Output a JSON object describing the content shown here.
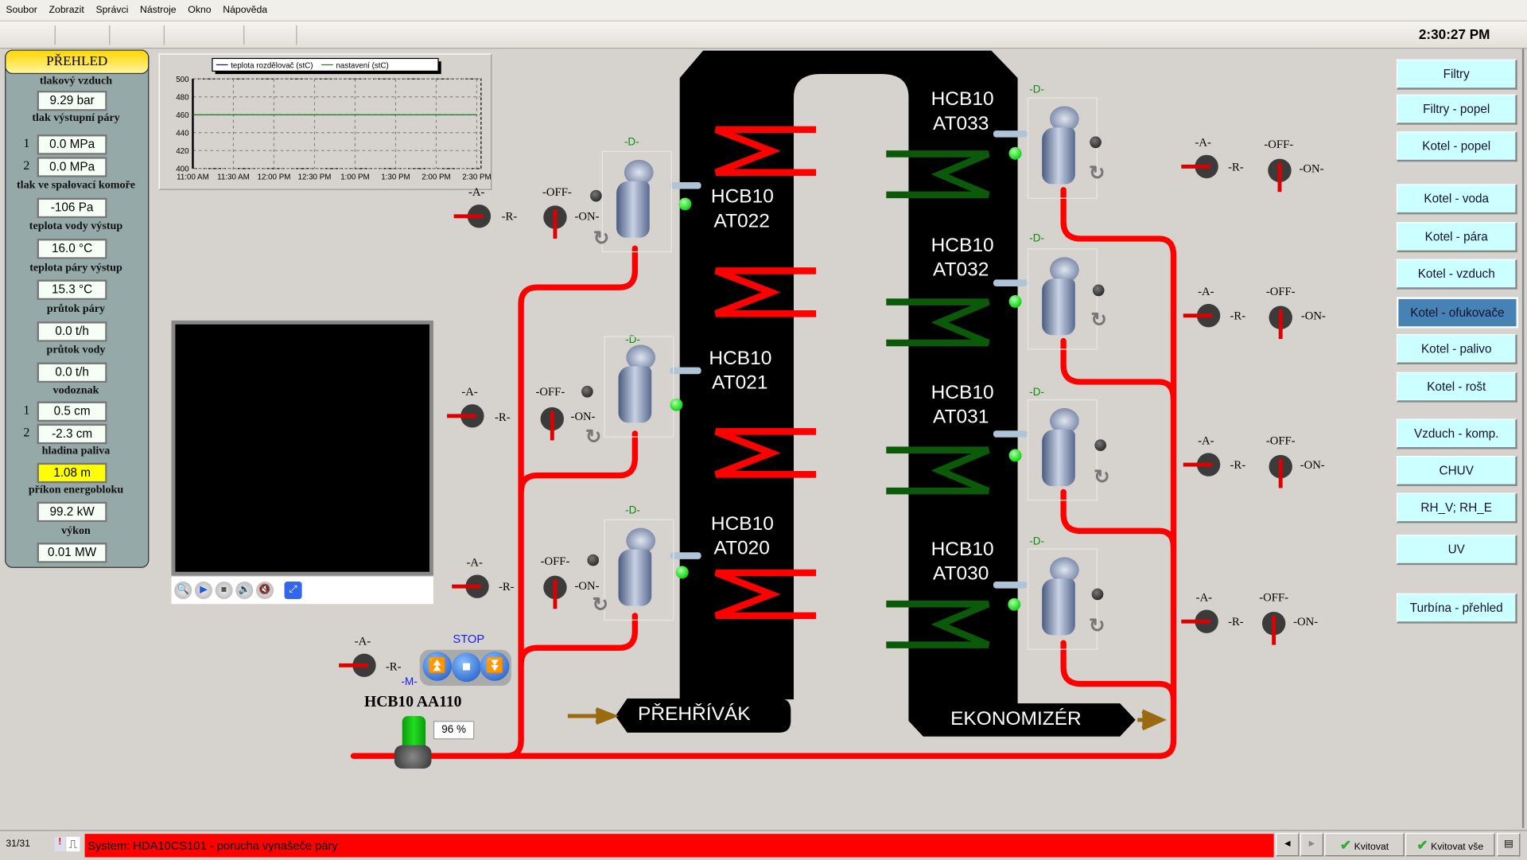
{
  "menu": [
    "Soubor",
    "Zobrazit",
    "Správci",
    "Nástroje",
    "Okno",
    "Nápověda"
  ],
  "toolbar_icons": [
    "back-icon",
    "forward-icon",
    "add-user-icon",
    "remove-user-icon",
    "report-alarm-icon",
    "database-alarm-icon",
    "bar-chart-icon",
    "table-icon",
    "print-preview-icon",
    "edit-disabled-icon",
    "edit2-disabled-icon",
    "print-disabled-icon"
  ],
  "clock": "2:30:27 PM",
  "overview": {
    "title": "PŘEHLED",
    "items": [
      {
        "label": "tlakový vzduch",
        "values": [
          {
            "idx": "",
            "value": "9.29 bar"
          }
        ]
      },
      {
        "label": "tlak výstupní páry",
        "values": [
          {
            "idx": "1",
            "value": "0.0 MPa"
          },
          {
            "idx": "2",
            "value": "0.0 MPa"
          }
        ]
      },
      {
        "label": "tlak ve spalovací komoře",
        "values": [
          {
            "idx": "",
            "value": "-106 Pa"
          }
        ]
      },
      {
        "label": "teplota vody výstup",
        "values": [
          {
            "idx": "",
            "value": "16.0 °C"
          }
        ]
      },
      {
        "label": "teplota páry výstup",
        "values": [
          {
            "idx": "",
            "value": "15.3 °C"
          }
        ]
      },
      {
        "label": "průtok páry",
        "values": [
          {
            "idx": "",
            "value": "0.0 t/h"
          }
        ]
      },
      {
        "label": "průtok vody",
        "values": [
          {
            "idx": "",
            "value": "0.0 t/h"
          }
        ]
      },
      {
        "label": "vodoznak",
        "values": [
          {
            "idx": "1",
            "value": "0.5 cm"
          },
          {
            "idx": "2",
            "value": "-2.3 cm"
          }
        ]
      },
      {
        "label": "hladina paliva",
        "values": [
          {
            "idx": "",
            "value": "1.08 m",
            "highlight": "#ffff00"
          }
        ]
      },
      {
        "label": "příkon energobloku",
        "values": [
          {
            "idx": "",
            "value": "99.2 kW"
          }
        ]
      },
      {
        "label": "výkon",
        "values": [
          {
            "idx": "",
            "value": "0.01 MW"
          }
        ]
      }
    ]
  },
  "chart_data": {
    "type": "line",
    "x_ticks": [
      "11:00 AM",
      "11:30 AM",
      "12:00 PM",
      "12:30 PM",
      "1:00 PM",
      "1:30 PM",
      "2:00 PM",
      "2:30 PM"
    ],
    "ylim": [
      400,
      500
    ],
    "y_ticks": [
      400,
      420,
      440,
      460,
      480,
      500
    ],
    "grid": true,
    "legend_position": "top",
    "series": [
      {
        "name": "teplota rozdělovač (stC)",
        "color": "#0000cc",
        "values": []
      },
      {
        "name": "nastavení (stC)",
        "color": "#1a7a1a",
        "values": [
          460,
          460,
          460,
          460,
          460,
          460,
          460,
          460
        ]
      }
    ]
  },
  "video_controls": [
    "zoom-icon",
    "play-icon",
    "stop-icon",
    "volume-icon",
    "mute-icon",
    "fullscreen-icon"
  ],
  "sections": {
    "superheater": "PŘEHŘÍVÁK",
    "economizer": "EKONOMIZÉR"
  },
  "switch_labels": {
    "a": "-A-",
    "r": "-R-",
    "off": "-OFF-",
    "on": "-ON-",
    "d": "-D-",
    "m": "-M-"
  },
  "blowers": [
    {
      "name1": "HCB10",
      "name2": "AT022",
      "side": "left",
      "running": true
    },
    {
      "name1": "HCB10",
      "name2": "AT021",
      "side": "left",
      "running": true
    },
    {
      "name1": "HCB10",
      "name2": "AT020",
      "side": "left",
      "running": true
    },
    {
      "name1": "HCB10",
      "name2": "AT033",
      "side": "right",
      "running": true
    },
    {
      "name1": "HCB10",
      "name2": "AT032",
      "side": "right",
      "running": true
    },
    {
      "name1": "HCB10",
      "name2": "AT031",
      "side": "right",
      "running": true
    },
    {
      "name1": "HCB10",
      "name2": "AT030",
      "side": "right",
      "running": true
    }
  ],
  "valve": {
    "name": "HCB10 AA110",
    "stop_label": "STOP",
    "position": "96 %",
    "position_value": 96
  },
  "colors": {
    "steam_pipe": "#ff0000",
    "superheater": "#ff0000",
    "economizer": "#0a5a0a",
    "running": "#22dd22",
    "active_nav": "#4682b4",
    "nav": "#ccffff",
    "alarm": "#ff0000"
  },
  "nav_buttons": [
    {
      "label": "Filtry"
    },
    {
      "label": "Filtry - popel"
    },
    {
      "label": "Kotel - popel"
    },
    {
      "label": "Kotel - voda"
    },
    {
      "label": "Kotel - pára"
    },
    {
      "label": "Kotel - vzduch"
    },
    {
      "label": "Kotel - ofukovače",
      "active": true
    },
    {
      "label": "Kotel - palivo"
    },
    {
      "label": "Kotel - rošt"
    },
    {
      "label": "Vzduch - komp."
    },
    {
      "label": "CHUV"
    },
    {
      "label": "RH_V; RH_E"
    },
    {
      "label": "UV"
    },
    {
      "label": "Turbína - přehled"
    }
  ],
  "status": {
    "count": "31/31",
    "message": "System: HDA10CS101 - porucha vynašeče páry",
    "prev": "◄",
    "next": "►",
    "ack": "Kvitovat",
    "ack_all": "Kvitovat vše"
  }
}
